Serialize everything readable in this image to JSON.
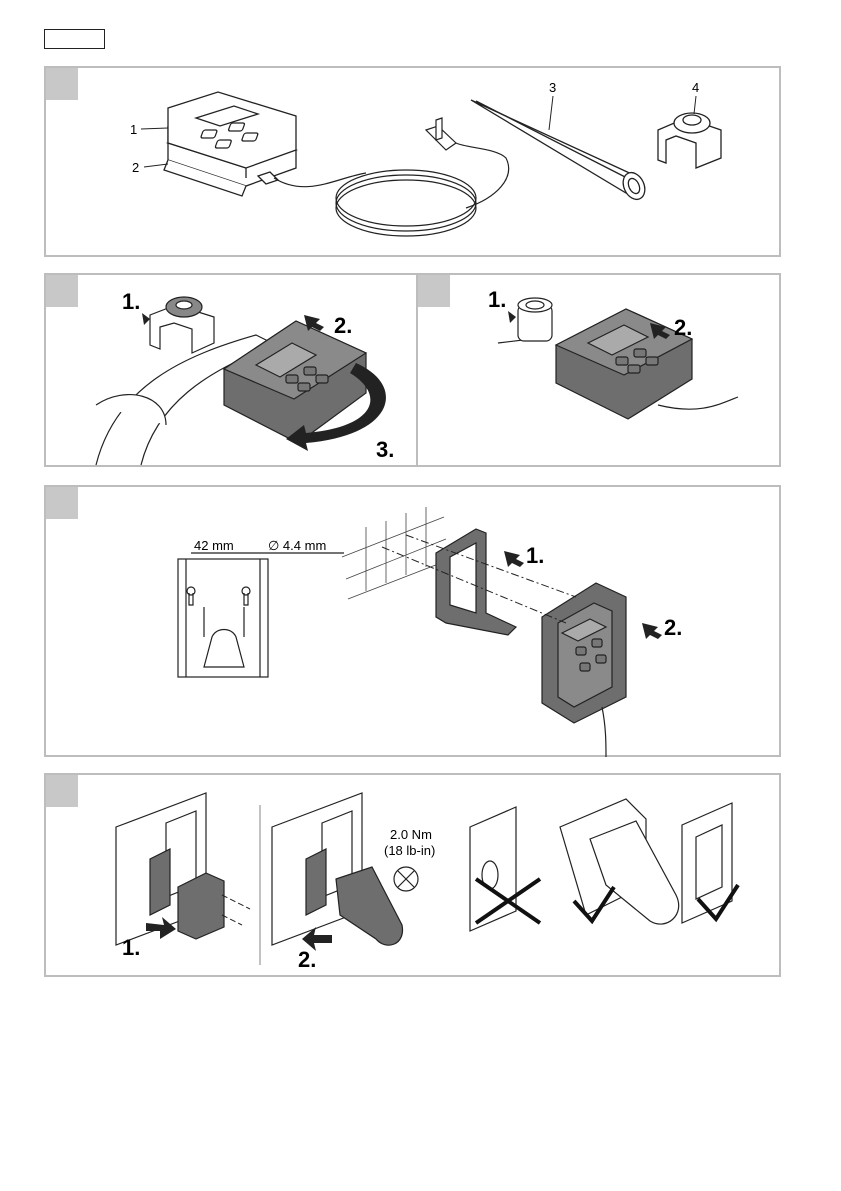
{
  "colors": {
    "panel_border": "#bdbdbd",
    "tab": "#c8c8c8",
    "device_dark": "#6e6e6e",
    "line": "#222222"
  },
  "figure1": {
    "callouts": [
      "1",
      "2",
      "3",
      "4"
    ]
  },
  "figure2": {
    "steps": [
      "1.",
      "2.",
      "3."
    ]
  },
  "figure3": {
    "steps": [
      "1.",
      "2."
    ]
  },
  "figure4": {
    "dim_spacing": "42 mm",
    "dim_hole": "∅ 4.4 mm",
    "steps": [
      "1.",
      "2."
    ]
  },
  "figure5": {
    "steps": [
      "1.",
      "2."
    ],
    "torque_value": "2.0 Nm",
    "torque_imperial": "(18 lb-in)"
  },
  "icons": [
    "arrow-icon",
    "rotate-arrow-icon",
    "no-icon",
    "cross-mark-icon",
    "check-mark-icon"
  ]
}
